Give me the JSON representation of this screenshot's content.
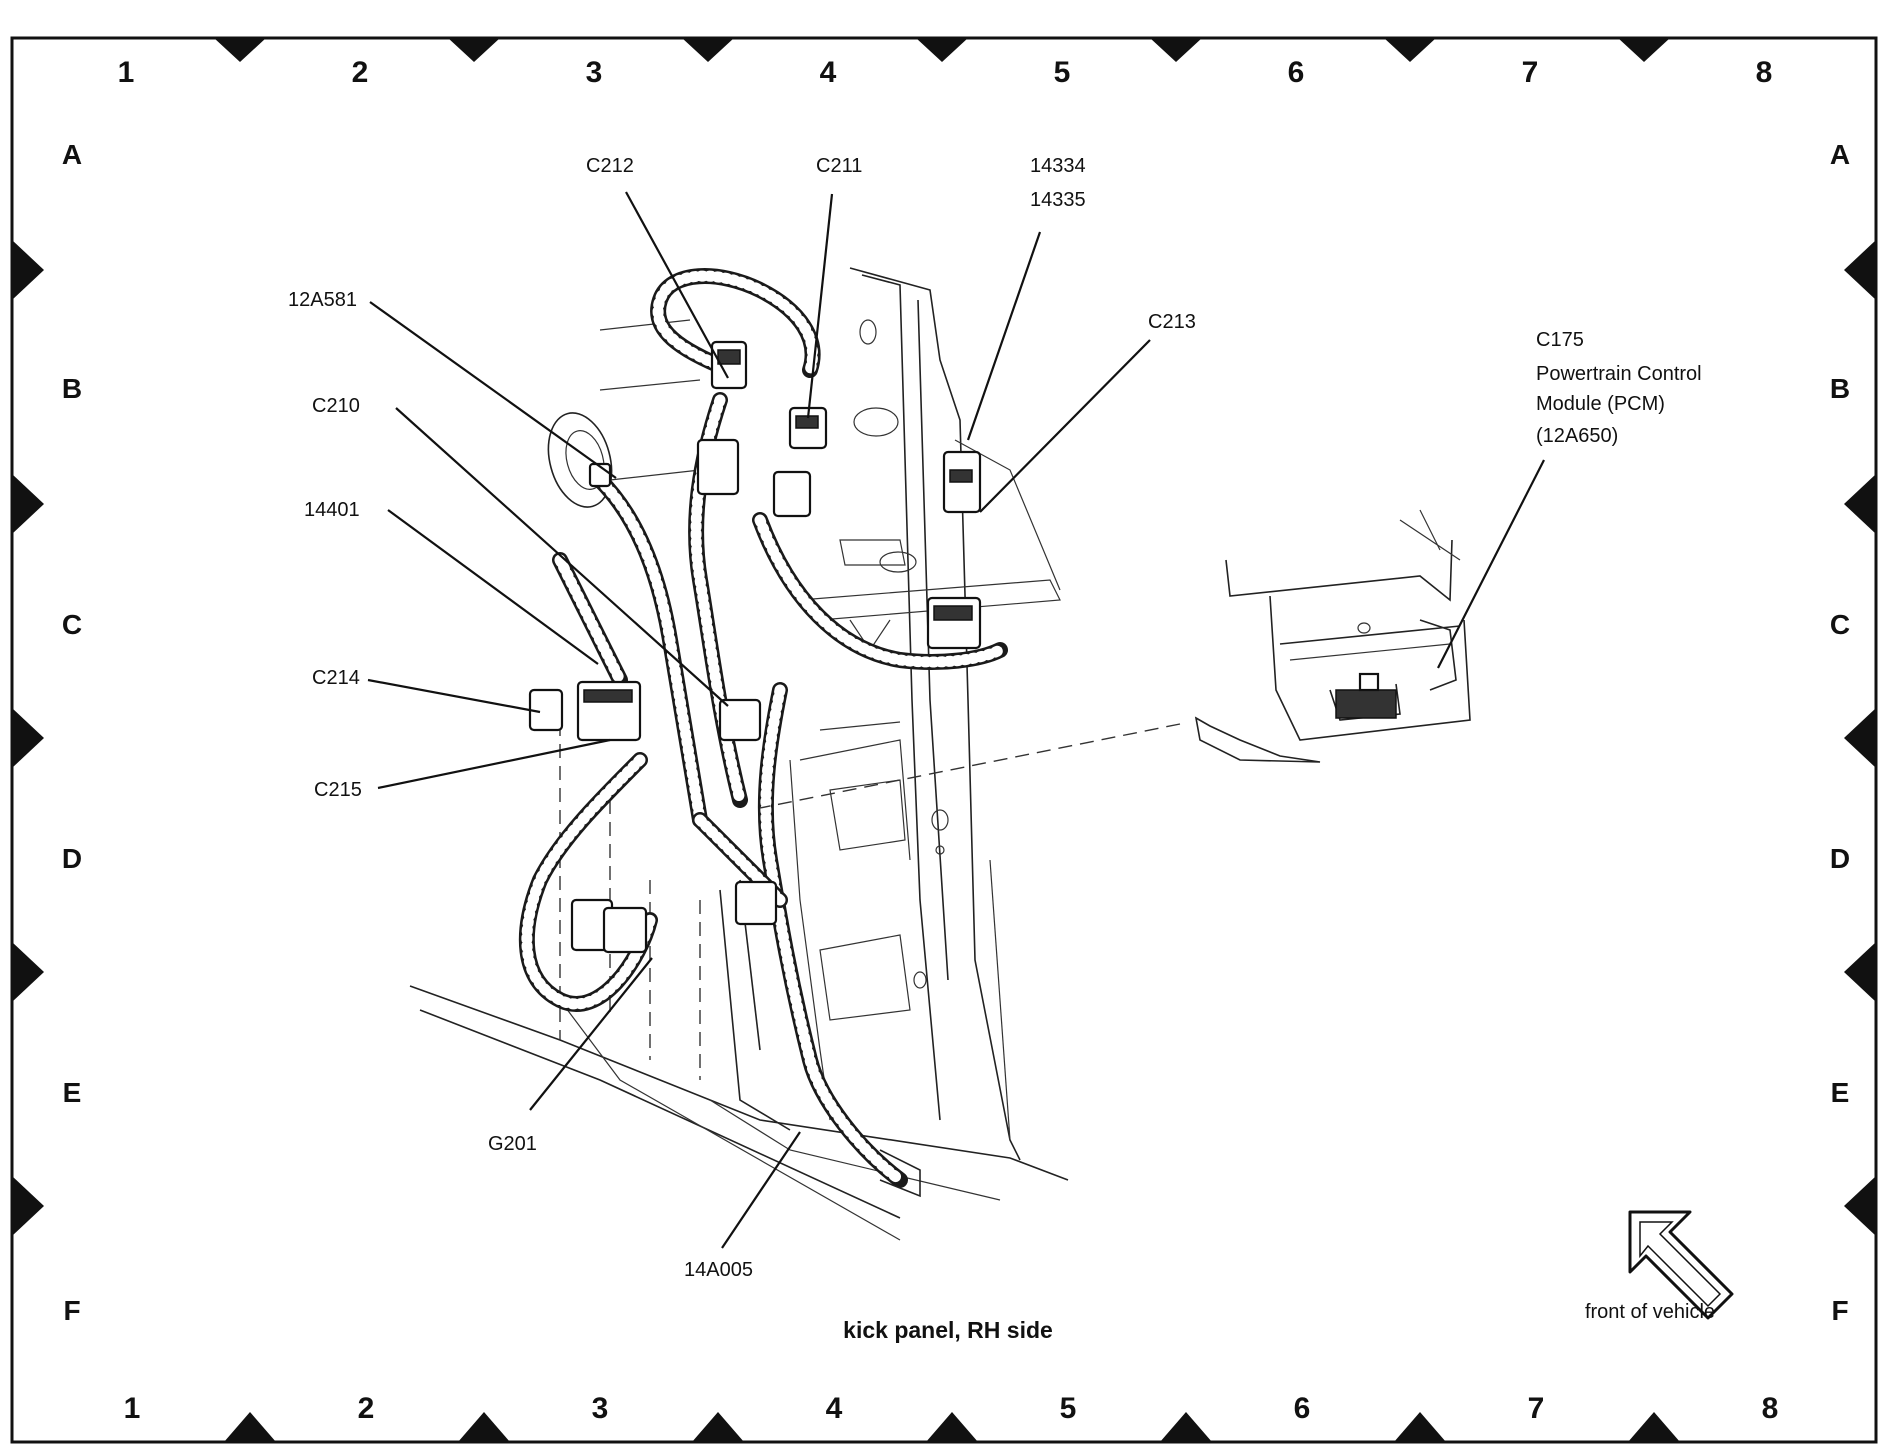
{
  "grid": {
    "columns": [
      "1",
      "2",
      "3",
      "4",
      "5",
      "6",
      "7",
      "8"
    ],
    "rows": [
      "A",
      "B",
      "C",
      "D",
      "E",
      "F"
    ]
  },
  "callouts": {
    "c212": "C212",
    "c211": "C211",
    "ref_14334": "14334",
    "ref_14335": "14335",
    "ref_12a581": "12A581",
    "c213": "C213",
    "c210": "C210",
    "ref_14401": "14401",
    "c214": "C214",
    "c215": "C215",
    "g201": "G201",
    "ref_14a005": "14A005",
    "c175": "C175",
    "pcm_name": "Powertrain Control",
    "pcm_name_2": "Module (PCM)",
    "pcm_part": "(12A650)"
  },
  "caption": "kick panel, RH side",
  "orientation": {
    "label": "front of vehicle",
    "icon": "arrow-up-left-icon"
  }
}
